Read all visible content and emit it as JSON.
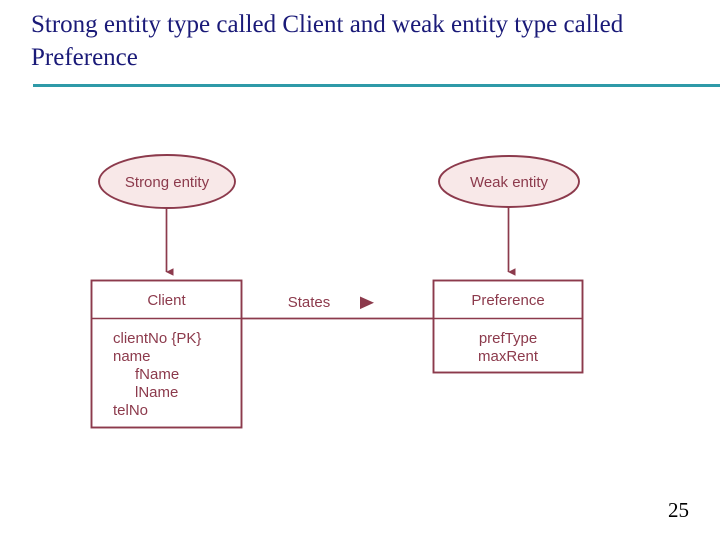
{
  "slide": {
    "title": "Strong entity type called Client and weak entity type called Preference",
    "title_color": "#1a1a78",
    "rule_color": "#2e9aa8",
    "page_number": "25",
    "background": "#ffffff"
  },
  "diagram": {
    "type": "er-diagram",
    "stroke_color": "#8c3a4c",
    "fill_color": "#f8e8e8",
    "annotations": [
      {
        "name": "strong-entity-annotation",
        "label": "Strong entity",
        "shape": "ellipse",
        "points_to": "Client"
      },
      {
        "name": "weak-entity-annotation",
        "label": "Weak entity",
        "shape": "ellipse",
        "points_to": "Preference"
      }
    ],
    "entities": [
      {
        "name": "Client",
        "kind": "strong",
        "attributes": [
          {
            "text": "clientNo {PK}",
            "indent": 0
          },
          {
            "text": "name",
            "indent": 0
          },
          {
            "text": "fName",
            "indent": 1
          },
          {
            "text": "lName",
            "indent": 1
          },
          {
            "text": "telNo",
            "indent": 0
          }
        ]
      },
      {
        "name": "Preference",
        "kind": "weak",
        "attributes": [
          {
            "text": "prefType",
            "indent": 0
          },
          {
            "text": "maxRent",
            "indent": 0
          }
        ]
      }
    ],
    "relationship": {
      "label": "States",
      "direction_marker": "▶",
      "from": "Client",
      "to": "Preference"
    }
  }
}
